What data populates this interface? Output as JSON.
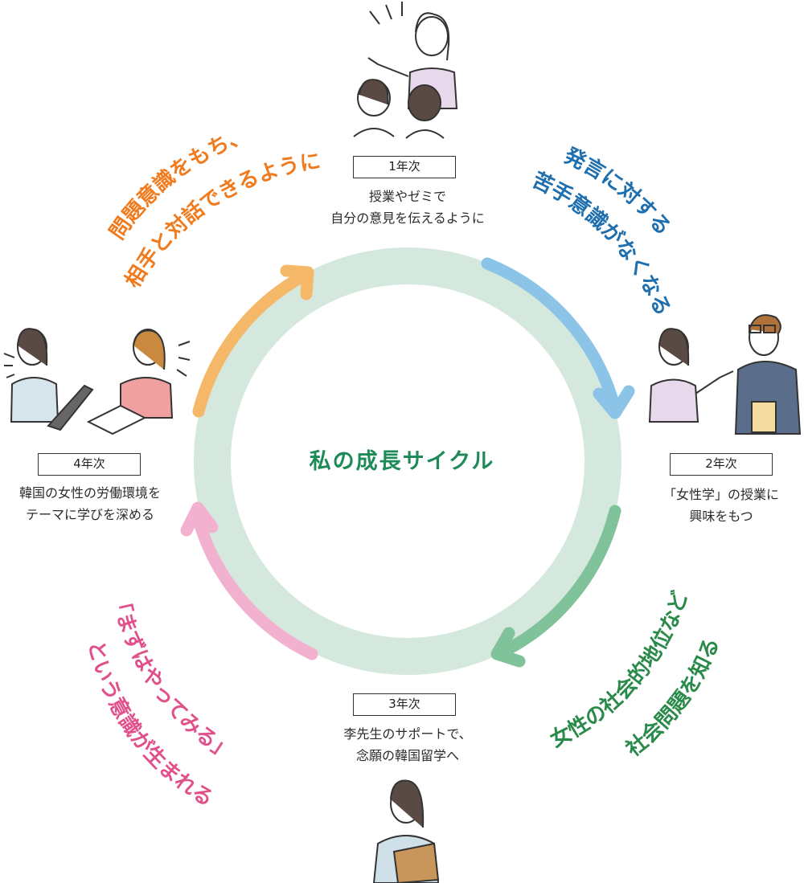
{
  "title": "私の成長サイクル",
  "colors": {
    "ring": "#d5e8de",
    "title": "#1e8a57",
    "orange": "#f07b1e",
    "blue": "#1f6fae",
    "green": "#2a8a4a",
    "pink": "#e0508a",
    "arrow_orange": "#f5b768",
    "arrow_blue": "#8cc4e8",
    "arrow_green": "#80c29a",
    "arrow_pink": "#f2b2cf"
  },
  "stages": [
    {
      "year": "1年次",
      "lines": [
        "授業やゼミで",
        "自分の意見を伝えるように"
      ]
    },
    {
      "year": "2年次",
      "lines": [
        "「女性学」の授業に",
        "興味をもつ"
      ]
    },
    {
      "year": "3年次",
      "lines": [
        "李先生のサポートで、",
        "念願の韓国留学へ"
      ]
    },
    {
      "year": "4年次",
      "lines": [
        "韓国の女性の労働環境を",
        "テーマに学びを深める"
      ]
    }
  ],
  "transitions": {
    "blue": [
      "発言に対する",
      "苦手意識がなくなる"
    ],
    "green": [
      "女性の社会的地位など",
      "社会問題を知る"
    ],
    "pink": [
      "「まずはやってみる」",
      "という意識が生まれる"
    ],
    "orange": [
      "問題意識をもち、",
      "相手と対話できるように"
    ]
  },
  "icons": {
    "stage1": "teacher-with-students-illustration",
    "stage2": "student-talking-with-teacher-illustration",
    "stage3": "student-reading-book-illustration",
    "stage4": "students-discussing-laptop-illustration"
  }
}
